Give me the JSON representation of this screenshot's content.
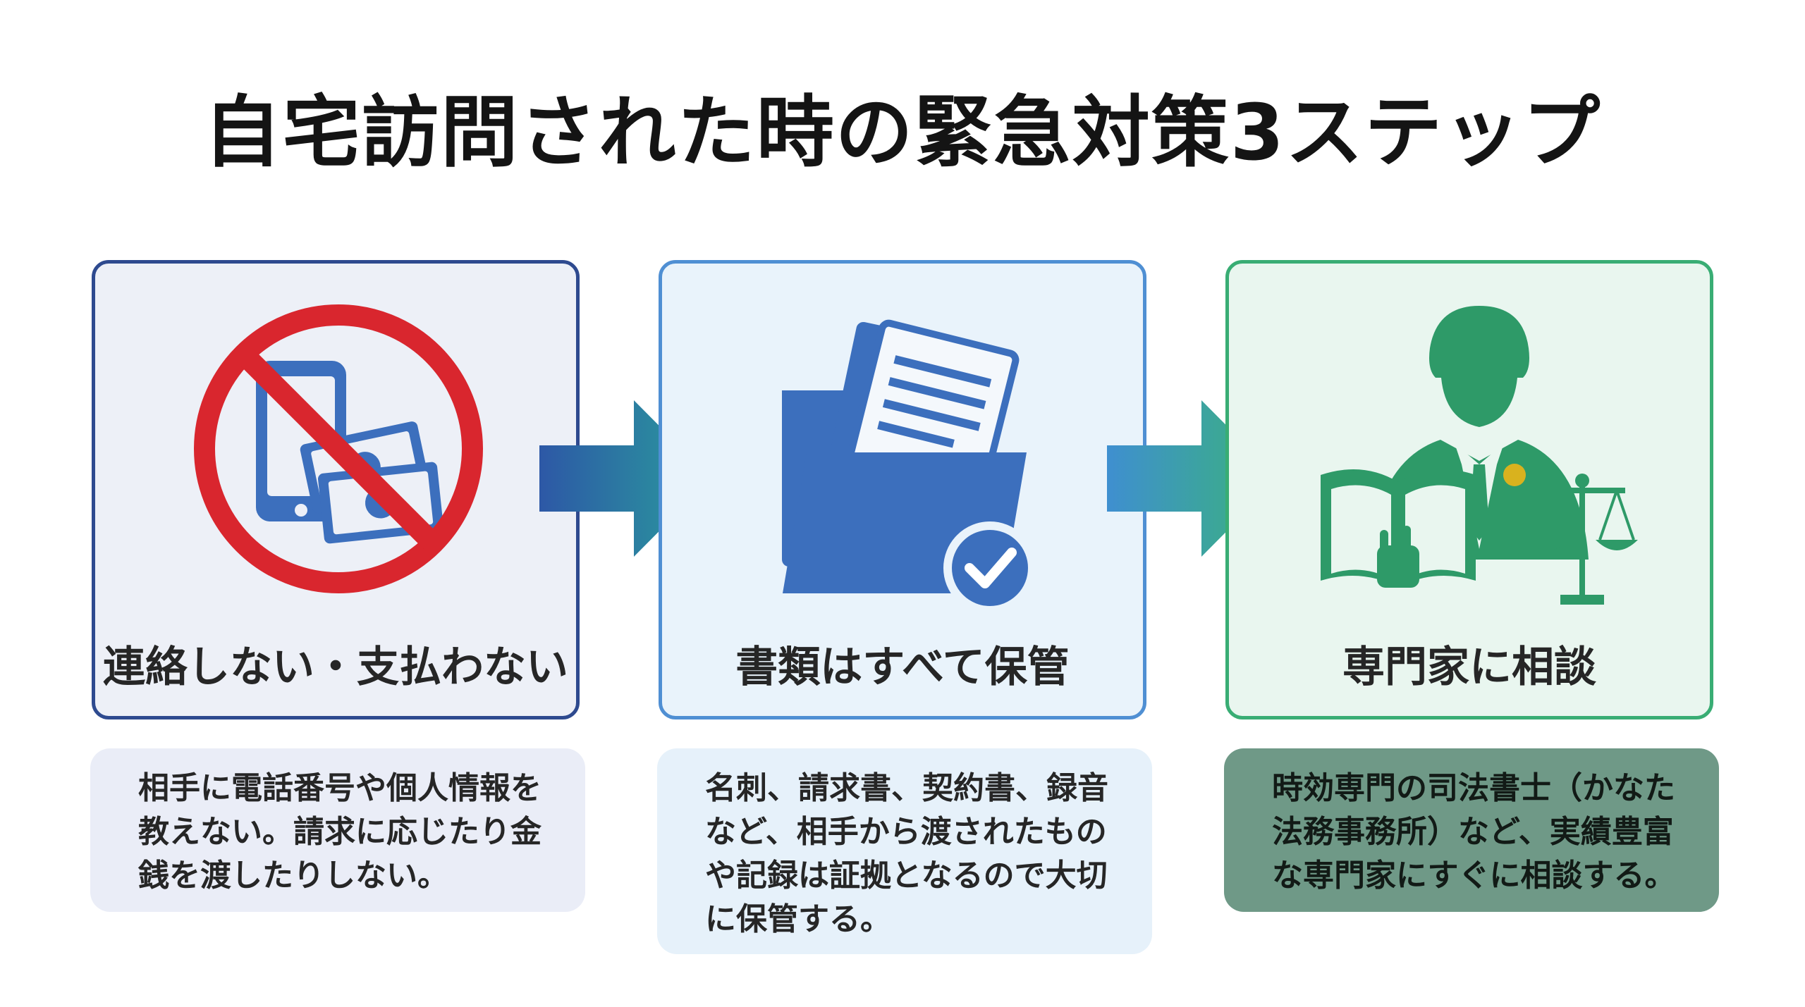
{
  "title": "自宅訪問された時の緊急対策3ステップ",
  "steps": [
    {
      "label": "連絡しない・支払わない",
      "icon": "no-phone-money-icon",
      "description": "相手に電話番号や個人情報を教えない。請求に応じたり金銭を渡したりしない。"
    },
    {
      "label": "書類はすべて保管",
      "icon": "folder-documents-check-icon",
      "description": "名刺、請求書、契約書、録音など、相手から渡されたものや記録は証拠となるので大切に保管する。"
    },
    {
      "label": "専門家に相談",
      "icon": "legal-expert-icon",
      "description": "時効専門の司法書士（かなた法務事務所）など、実績豊富な専門家にすぐに相談する。"
    }
  ],
  "colors": {
    "step1": "#2e4a8f",
    "step2": "#4f8fd3",
    "step3": "#39ad74",
    "prohibit": "#d9262e",
    "icon_blue": "#3c6fbd",
    "icon_green": "#2e9a68"
  }
}
